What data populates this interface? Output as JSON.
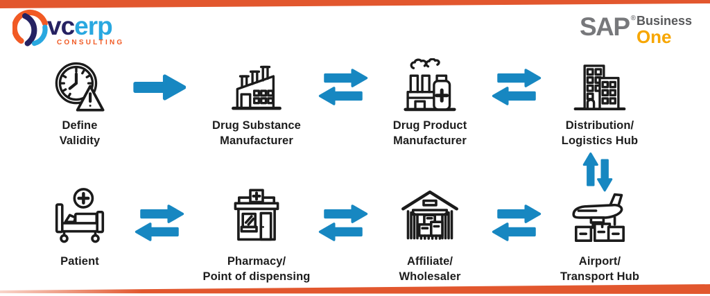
{
  "colors": {
    "accent_orange": "#E2572E",
    "arrow_blue": "#1787C1",
    "icon_stroke": "#1B1B1B",
    "text": "#1D1D1D"
  },
  "header": {
    "vcerp_logo": {
      "word_vc": "vc",
      "word_erp": "erp",
      "tagline": "CONSULTING",
      "vc_color": "#262262",
      "erp_color": "#29A8E0",
      "tagline_color": "#F15A24",
      "mark": "swirl-logo-icon"
    },
    "sap_logo": {
      "brand": "SAP",
      "registered": "®",
      "product_line1": "Business",
      "product_line2": "One",
      "brand_color": "#77787B",
      "one_color": "#F7A600"
    }
  },
  "flow": {
    "rows": [
      {
        "nodes": [
          {
            "line1": "Define",
            "line2": "Validity",
            "icon": "clock-warning-icon"
          },
          {
            "line1": "Drug Substance",
            "line2": "Manufacturer",
            "icon": "factory-icon"
          },
          {
            "line1": "Drug Product",
            "line2": "Manufacturer",
            "icon": "factory-medicine-icon"
          },
          {
            "line1": "Distribution/",
            "line2": "Logistics Hub",
            "icon": "buildings-icon"
          }
        ]
      },
      {
        "nodes": [
          {
            "line1": "Patient",
            "line2": "",
            "icon": "hospital-bed-icon"
          },
          {
            "line1": "Pharmacy/",
            "line2": "Point of dispensing",
            "icon": "pharmacy-store-icon"
          },
          {
            "line1": "Affiliate/",
            "line2": "Wholesaler",
            "icon": "warehouse-boxes-icon"
          },
          {
            "line1": "Airport/",
            "line2": "Transport Hub",
            "icon": "airplane-cargo-icon"
          }
        ]
      }
    ],
    "connectors": {
      "row1": [
        "forward",
        "two-way",
        "two-way"
      ],
      "row2": [
        "two-way",
        "two-way",
        "two-way"
      ],
      "vertical_between": "Distribution/Logistics Hub and Airport/Transport Hub"
    }
  }
}
